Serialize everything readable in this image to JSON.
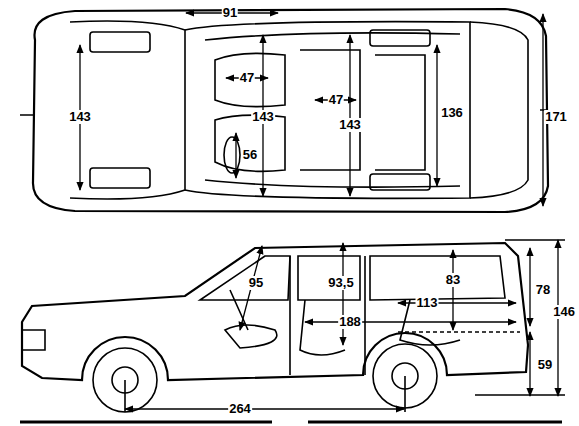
{
  "diagram": {
    "labels": [
      "91",
      "143",
      "47",
      "143",
      "47",
      "143",
      "56",
      "136",
      "171",
      "95",
      "93,5",
      "83",
      "78",
      "146",
      "113",
      "188",
      "59",
      "264"
    ]
  }
}
